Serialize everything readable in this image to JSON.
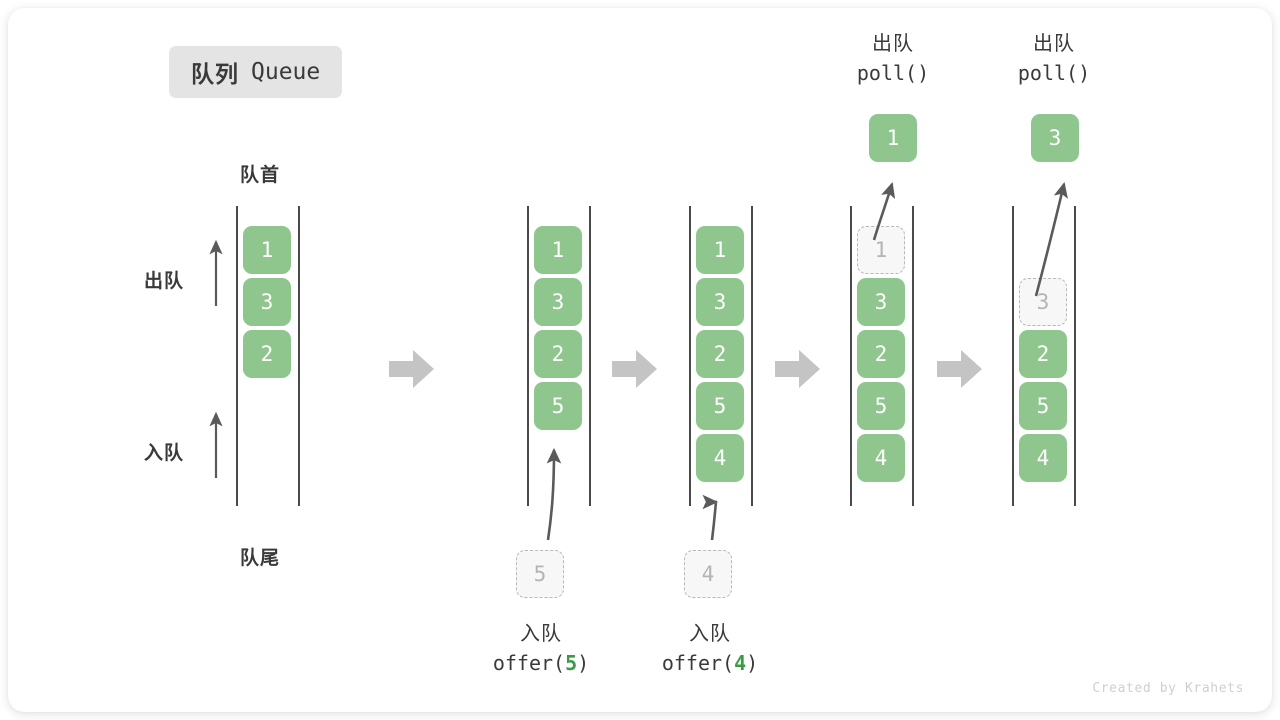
{
  "title": {
    "cn": "队列",
    "en": "Queue"
  },
  "labels": {
    "front": "队首",
    "rear": "队尾",
    "dequeue": "出队",
    "enqueue": "入队"
  },
  "watermark": "Created by Krahets",
  "colors": {
    "cell_fill": "#8ec68e",
    "cell_text": "#ffffff",
    "ghost_fill": "#f7f7f7",
    "ghost_border": "#b8b8b8",
    "ghost_text": "#b4b4b4",
    "rail": "#4a4a4a",
    "block_arrow": "#c4c4c4",
    "thin_arrow": "#5a5a5a",
    "badge_bg": "#e4e4e4",
    "text": "#3a3a3a",
    "accent_green": "#3c9a47",
    "watermark": "#cfcfcf"
  },
  "steps": [
    {
      "id": "step-1",
      "caption_cn": "",
      "caption_code": "",
      "cells": [
        {
          "value": "1",
          "state": "filled"
        },
        {
          "value": "3",
          "state": "filled"
        },
        {
          "value": "2",
          "state": "filled"
        }
      ],
      "incoming": null,
      "result": null
    },
    {
      "id": "step-2",
      "caption_cn": "入队",
      "caption_code_prefix": "offer(",
      "caption_code_arg": "5",
      "caption_code_suffix": ")",
      "cells": [
        {
          "value": "1",
          "state": "filled"
        },
        {
          "value": "3",
          "state": "filled"
        },
        {
          "value": "2",
          "state": "filled"
        },
        {
          "value": "5",
          "state": "filled"
        }
      ],
      "incoming": {
        "value": "5",
        "state": "ghost"
      },
      "result": null
    },
    {
      "id": "step-3",
      "caption_cn": "入队",
      "caption_code_prefix": "offer(",
      "caption_code_arg": "4",
      "caption_code_suffix": ")",
      "cells": [
        {
          "value": "1",
          "state": "filled"
        },
        {
          "value": "3",
          "state": "filled"
        },
        {
          "value": "2",
          "state": "filled"
        },
        {
          "value": "5",
          "state": "filled"
        },
        {
          "value": "4",
          "state": "filled"
        }
      ],
      "incoming": {
        "value": "4",
        "state": "ghost"
      },
      "result": null
    },
    {
      "id": "step-4",
      "caption_cn": "出队",
      "caption_code_prefix": "poll(",
      "caption_code_arg": "",
      "caption_code_suffix": ")",
      "cells": [
        {
          "value": "1",
          "state": "ghost"
        },
        {
          "value": "3",
          "state": "filled"
        },
        {
          "value": "2",
          "state": "filled"
        },
        {
          "value": "5",
          "state": "filled"
        },
        {
          "value": "4",
          "state": "filled"
        }
      ],
      "incoming": null,
      "result": {
        "value": "1",
        "state": "filled"
      }
    },
    {
      "id": "step-5",
      "caption_cn": "出队",
      "caption_code_prefix": "poll(",
      "caption_code_arg": "",
      "caption_code_suffix": ")",
      "cells": [
        {
          "value": "",
          "state": "empty"
        },
        {
          "value": "3",
          "state": "ghost"
        },
        {
          "value": "2",
          "state": "filled"
        },
        {
          "value": "5",
          "state": "filled"
        },
        {
          "value": "4",
          "state": "filled"
        }
      ],
      "incoming": null,
      "result": {
        "value": "3",
        "state": "filled"
      }
    }
  ]
}
